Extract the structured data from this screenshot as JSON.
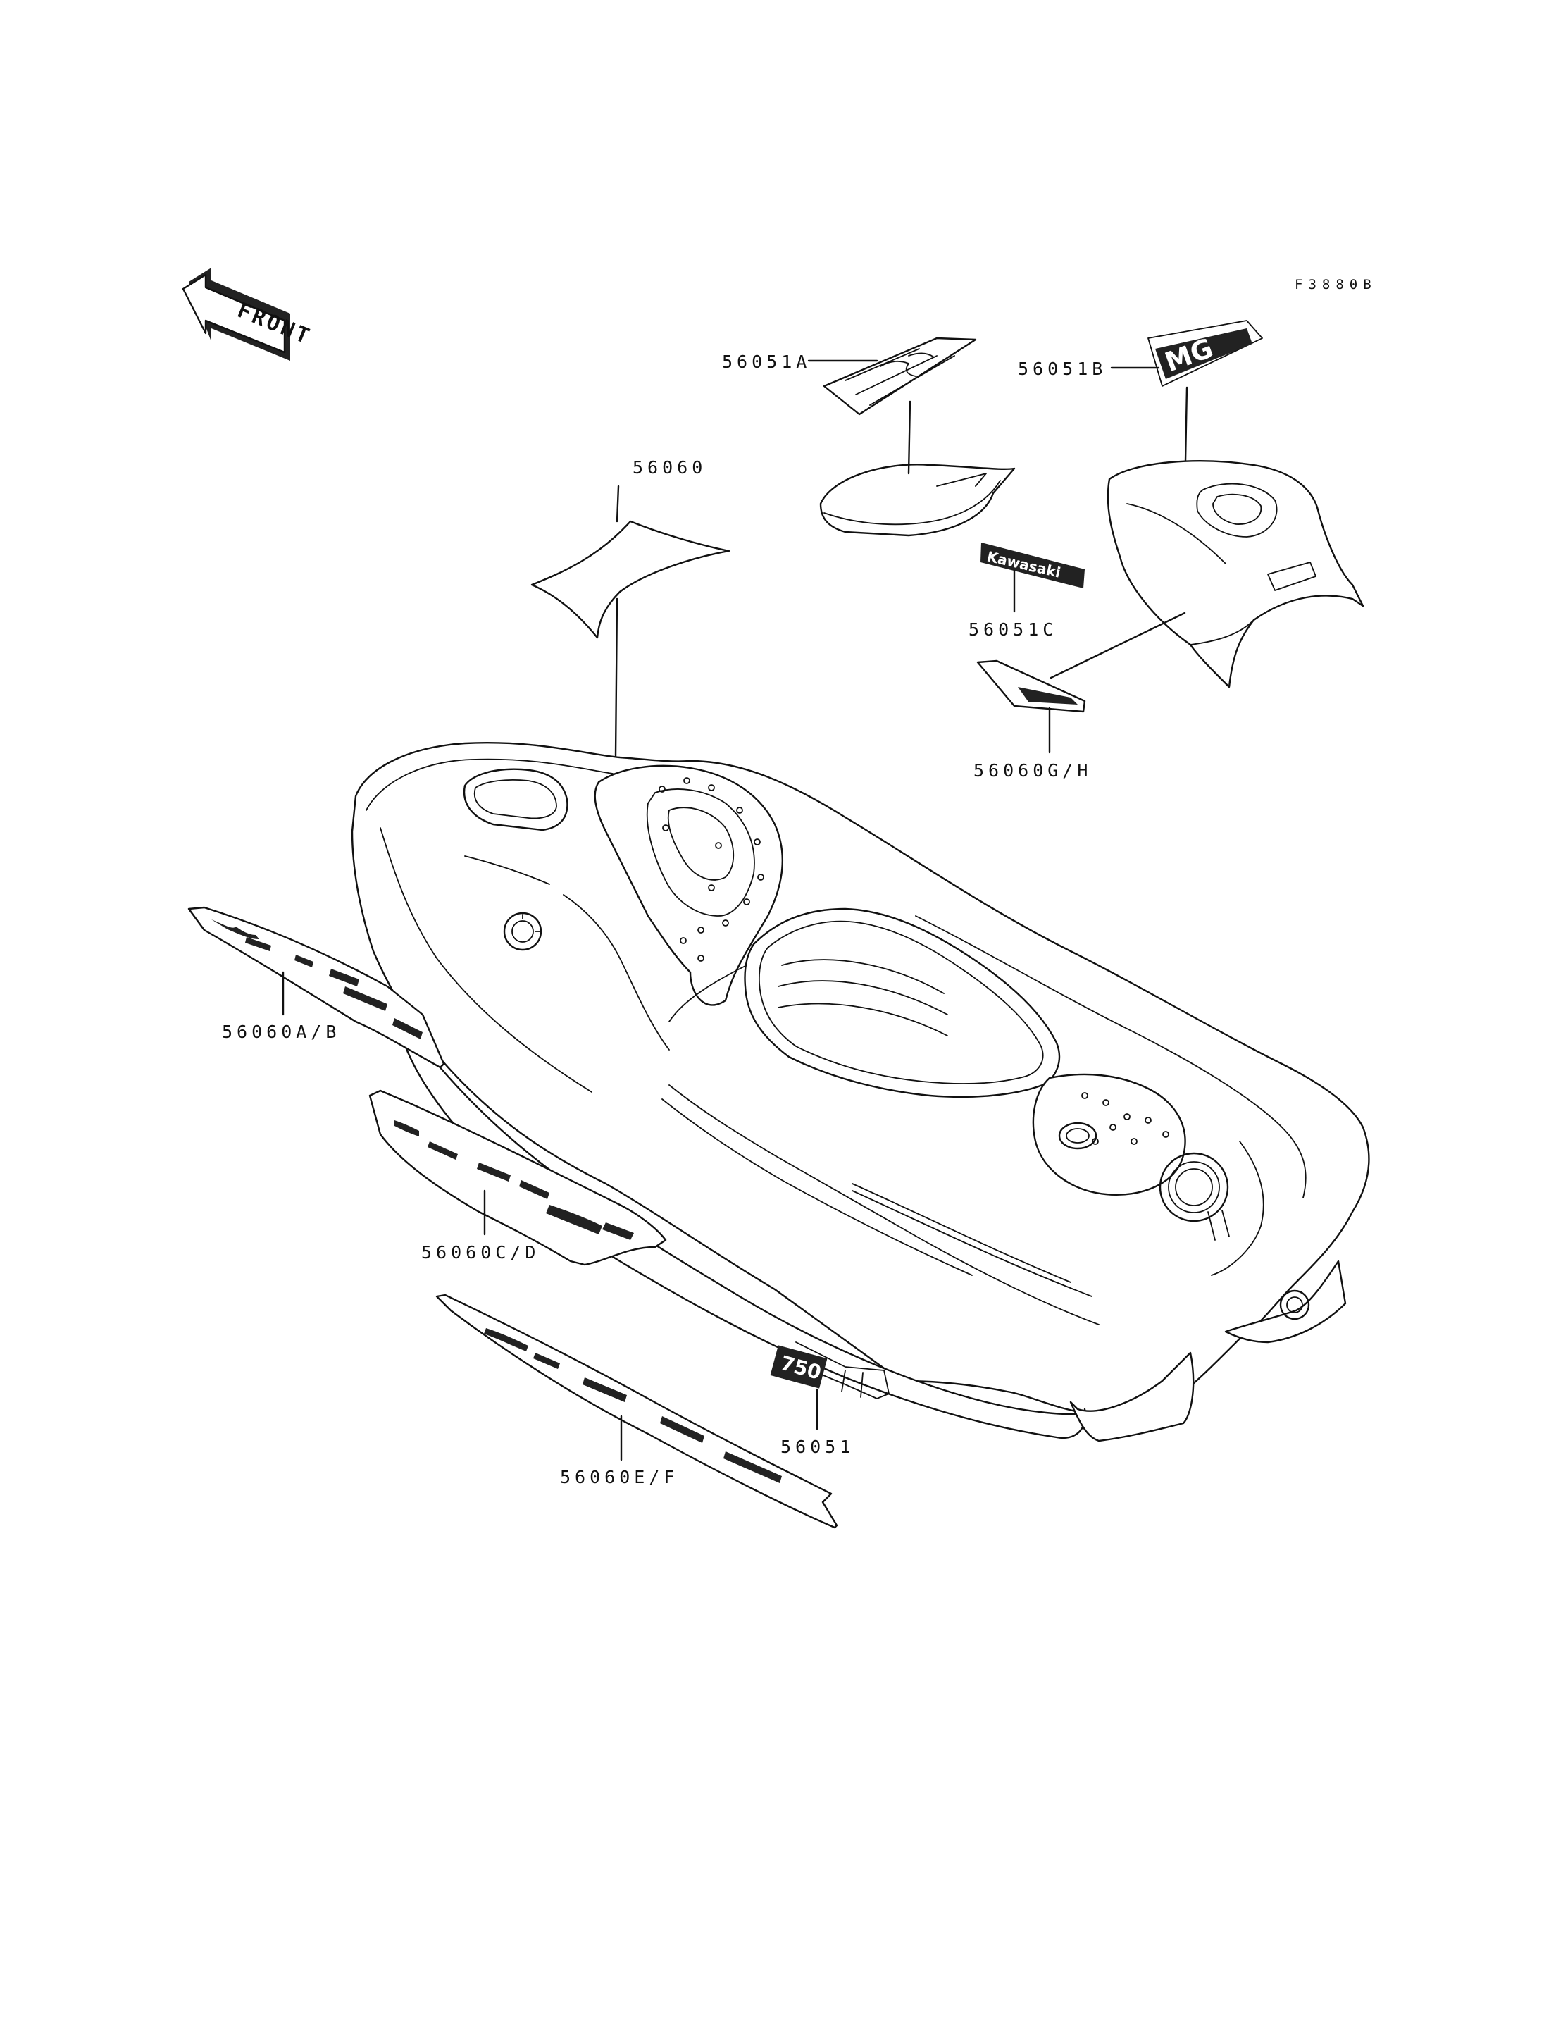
{
  "figure_ref": "F3880B",
  "front_label": "FRONT",
  "logo_text": {
    "brand_decal": "Kawasaki",
    "model_decal": "750"
  },
  "parts": [
    {
      "id": "56051A",
      "label": "56051A"
    },
    {
      "id": "56051B",
      "label": "56051B"
    },
    {
      "id": "56060",
      "label": "56060"
    },
    {
      "id": "56051C",
      "label": "56051C"
    },
    {
      "id": "56060GH",
      "label": "56060G/H"
    },
    {
      "id": "56060AB",
      "label": "56060A/B"
    },
    {
      "id": "56060CD",
      "label": "56060C/D"
    },
    {
      "id": "56051",
      "label": "56051"
    },
    {
      "id": "56060EF",
      "label": "56060E/F"
    }
  ],
  "colors": {
    "line": "#111111",
    "background": "#ffffff"
  }
}
